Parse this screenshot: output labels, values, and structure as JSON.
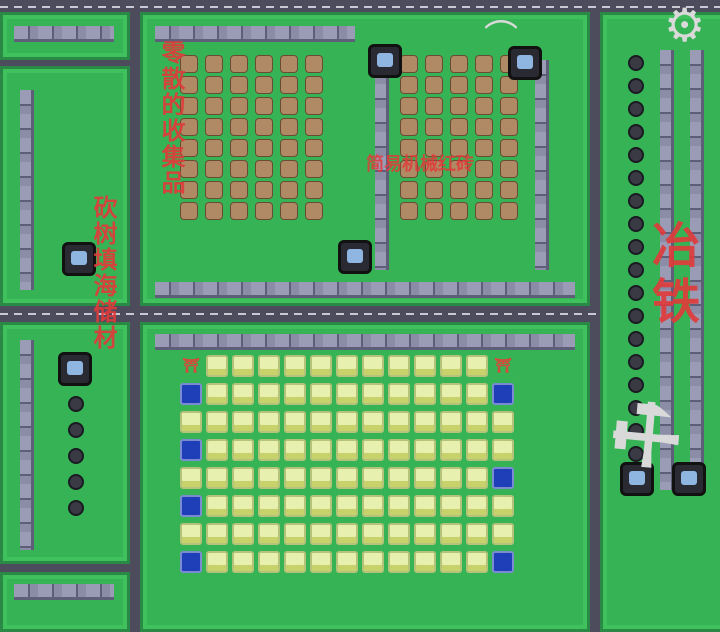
{
  "labels": {
    "collectibles": "零散的收集品",
    "lumber": "砍树填海储材",
    "machining": "简易机械红砖",
    "smelting": "冶铁"
  },
  "hud": {
    "build_icon": "hammer-build-icon",
    "signal_icon": "signal-icon",
    "settings_icon": "gear-icon"
  },
  "colors": {
    "grass": "#36b455",
    "road": "#4d4c5c",
    "label": "#e23a3a"
  }
}
